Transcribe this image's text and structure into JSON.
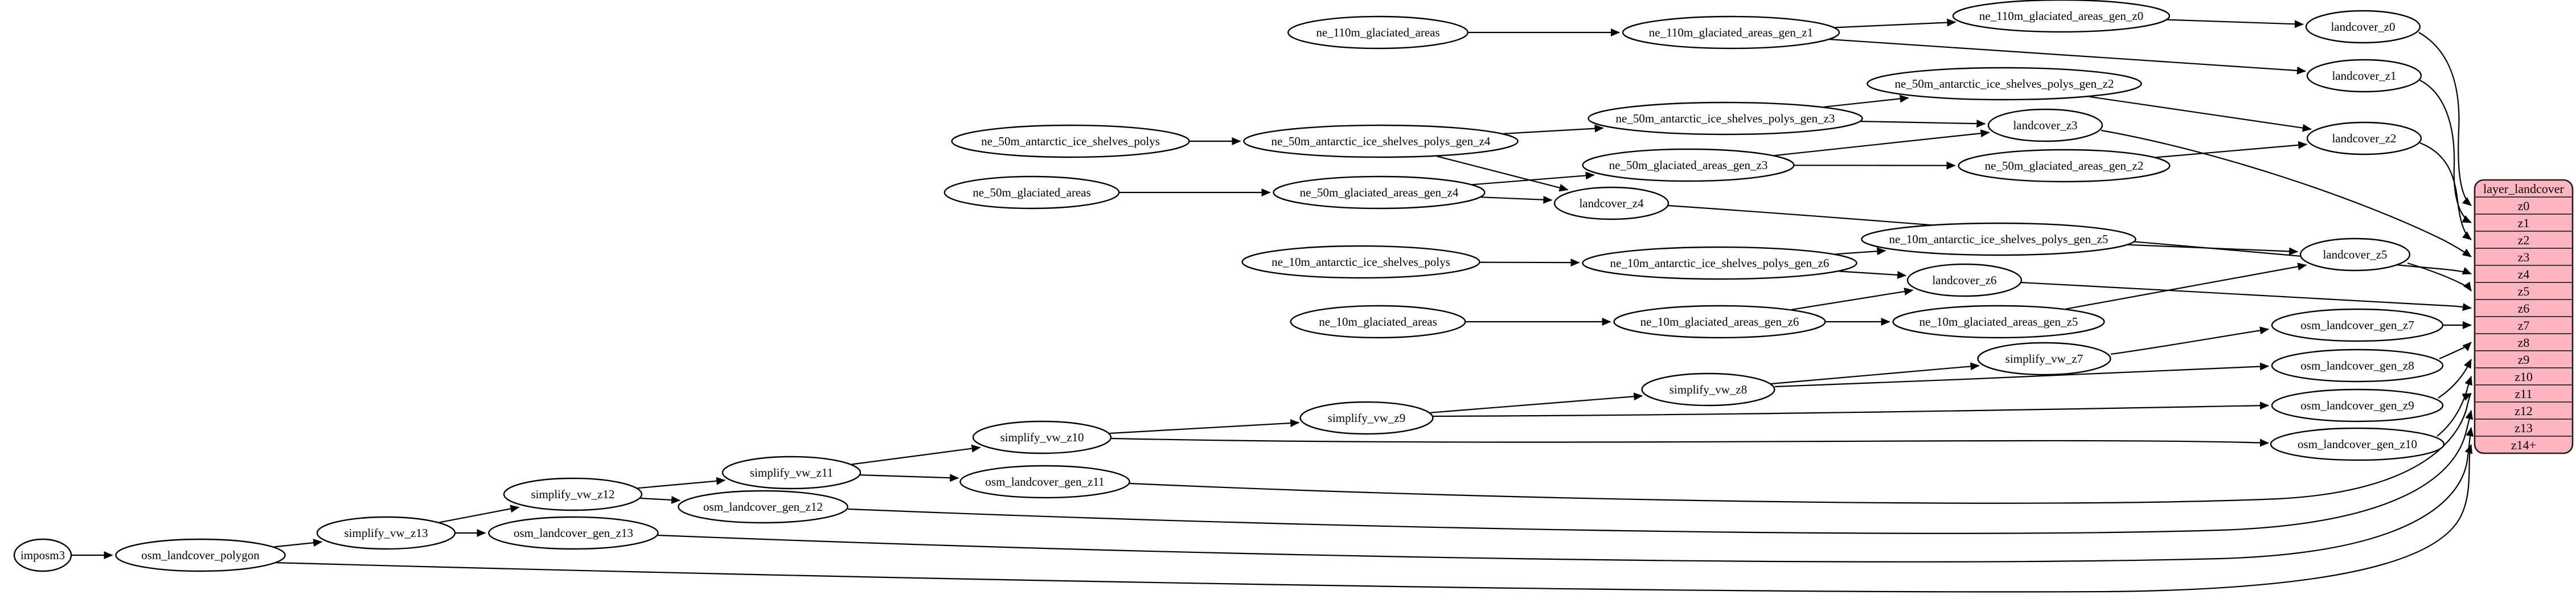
{
  "diagram": {
    "kind": "dependency-graph",
    "colors": {
      "background": "#ffffff",
      "node_fill": "#ffffff",
      "node_stroke": "#000000",
      "edge": "#000000",
      "table_fill": "#ffb6c1",
      "table_stroke": "#1f1f1f",
      "table_row_line": "#3a3a3a",
      "text": "#000000"
    },
    "nodes": [
      {
        "id": "imposm3",
        "label": "imposm3"
      },
      {
        "id": "osm_landcover_polygon",
        "label": "osm_landcover_polygon"
      },
      {
        "id": "simplify_vw_z13",
        "label": "simplify_vw_z13"
      },
      {
        "id": "osm_landcover_gen_z13",
        "label": "osm_landcover_gen_z13"
      },
      {
        "id": "simplify_vw_z12",
        "label": "simplify_vw_z12"
      },
      {
        "id": "osm_landcover_gen_z12",
        "label": "osm_landcover_gen_z12"
      },
      {
        "id": "simplify_vw_z11",
        "label": "simplify_vw_z11"
      },
      {
        "id": "osm_landcover_gen_z11",
        "label": "osm_landcover_gen_z11"
      },
      {
        "id": "simplify_vw_z10",
        "label": "simplify_vw_z10"
      },
      {
        "id": "simplify_vw_z9",
        "label": "simplify_vw_z9"
      },
      {
        "id": "simplify_vw_z8",
        "label": "simplify_vw_z8"
      },
      {
        "id": "simplify_vw_z7",
        "label": "simplify_vw_z7"
      },
      {
        "id": "osm_landcover_gen_z7",
        "label": "osm_landcover_gen_z7"
      },
      {
        "id": "osm_landcover_gen_z8",
        "label": "osm_landcover_gen_z8"
      },
      {
        "id": "osm_landcover_gen_z9",
        "label": "osm_landcover_gen_z9"
      },
      {
        "id": "osm_landcover_gen_z10",
        "label": "osm_landcover_gen_z10"
      },
      {
        "id": "ne_110m_glaciated_areas",
        "label": "ne_110m_glaciated_areas"
      },
      {
        "id": "ne_110m_glaciated_areas_gen_z1",
        "label": "ne_110m_glaciated_areas_gen_z1"
      },
      {
        "id": "ne_110m_glaciated_areas_gen_z0",
        "label": "ne_110m_glaciated_areas_gen_z0"
      },
      {
        "id": "landcover_z0",
        "label": "landcover_z0"
      },
      {
        "id": "landcover_z1",
        "label": "landcover_z1"
      },
      {
        "id": "ne_50m_antarctic_ice_shelves_polys",
        "label": "ne_50m_antarctic_ice_shelves_polys"
      },
      {
        "id": "ne_50m_antarctic_ice_shelves_polys_gen_z4",
        "label": "ne_50m_antarctic_ice_shelves_polys_gen_z4"
      },
      {
        "id": "ne_50m_antarctic_ice_shelves_polys_gen_z3",
        "label": "ne_50m_antarctic_ice_shelves_polys_gen_z3"
      },
      {
        "id": "ne_50m_antarctic_ice_shelves_polys_gen_z2",
        "label": "ne_50m_antarctic_ice_shelves_polys_gen_z2"
      },
      {
        "id": "ne_50m_glaciated_areas",
        "label": "ne_50m_glaciated_areas"
      },
      {
        "id": "ne_50m_glaciated_areas_gen_z4",
        "label": "ne_50m_glaciated_areas_gen_z4"
      },
      {
        "id": "ne_50m_glaciated_areas_gen_z3",
        "label": "ne_50m_glaciated_areas_gen_z3"
      },
      {
        "id": "ne_50m_glaciated_areas_gen_z2",
        "label": "ne_50m_glaciated_areas_gen_z2"
      },
      {
        "id": "landcover_z2",
        "label": "landcover_z2"
      },
      {
        "id": "landcover_z3",
        "label": "landcover_z3"
      },
      {
        "id": "landcover_z4",
        "label": "landcover_z4"
      },
      {
        "id": "ne_10m_antarctic_ice_shelves_polys",
        "label": "ne_10m_antarctic_ice_shelves_polys"
      },
      {
        "id": "ne_10m_antarctic_ice_shelves_polys_gen_z6",
        "label": "ne_10m_antarctic_ice_shelves_polys_gen_z6"
      },
      {
        "id": "ne_10m_antarctic_ice_shelves_polys_gen_z5",
        "label": "ne_10m_antarctic_ice_shelves_polys_gen_z5"
      },
      {
        "id": "ne_10m_glaciated_areas",
        "label": "ne_10m_glaciated_areas"
      },
      {
        "id": "ne_10m_glaciated_areas_gen_z6",
        "label": "ne_10m_glaciated_areas_gen_z6"
      },
      {
        "id": "ne_10m_glaciated_areas_gen_z5",
        "label": "ne_10m_glaciated_areas_gen_z5"
      },
      {
        "id": "landcover_z5",
        "label": "landcover_z5"
      },
      {
        "id": "landcover_z6",
        "label": "landcover_z6"
      }
    ],
    "edges": [
      [
        "ne_110m_glaciated_areas",
        "ne_110m_glaciated_areas_gen_z1"
      ],
      [
        "ne_110m_glaciated_areas_gen_z1",
        "ne_110m_glaciated_areas_gen_z0"
      ],
      [
        "ne_110m_glaciated_areas_gen_z1",
        "landcover_z1"
      ],
      [
        "ne_110m_glaciated_areas_gen_z0",
        "landcover_z0"
      ],
      [
        "landcover_z0",
        "row:z0"
      ],
      [
        "landcover_z1",
        "row:z1"
      ],
      [
        "ne_50m_antarctic_ice_shelves_polys",
        "ne_50m_antarctic_ice_shelves_polys_gen_z4"
      ],
      [
        "ne_50m_antarctic_ice_shelves_polys_gen_z4",
        "ne_50m_antarctic_ice_shelves_polys_gen_z3"
      ],
      [
        "ne_50m_antarctic_ice_shelves_polys_gen_z3",
        "ne_50m_antarctic_ice_shelves_polys_gen_z2"
      ],
      [
        "ne_50m_antarctic_ice_shelves_polys_gen_z4",
        "landcover_z4"
      ],
      [
        "ne_50m_antarctic_ice_shelves_polys_gen_z3",
        "landcover_z3"
      ],
      [
        "ne_50m_antarctic_ice_shelves_polys_gen_z2",
        "landcover_z2"
      ],
      [
        "ne_50m_glaciated_areas",
        "ne_50m_glaciated_areas_gen_z4"
      ],
      [
        "ne_50m_glaciated_areas_gen_z4",
        "ne_50m_glaciated_areas_gen_z3"
      ],
      [
        "ne_50m_glaciated_areas_gen_z3",
        "ne_50m_glaciated_areas_gen_z2"
      ],
      [
        "ne_50m_glaciated_areas_gen_z4",
        "landcover_z4"
      ],
      [
        "ne_50m_glaciated_areas_gen_z3",
        "landcover_z3"
      ],
      [
        "ne_50m_glaciated_areas_gen_z2",
        "landcover_z2"
      ],
      [
        "landcover_z2",
        "row:z2"
      ],
      [
        "landcover_z3",
        "row:z3"
      ],
      [
        "landcover_z4",
        "row:z4"
      ],
      [
        "ne_10m_antarctic_ice_shelves_polys",
        "ne_10m_antarctic_ice_shelves_polys_gen_z6"
      ],
      [
        "ne_10m_antarctic_ice_shelves_polys_gen_z6",
        "ne_10m_antarctic_ice_shelves_polys_gen_z5"
      ],
      [
        "ne_10m_antarctic_ice_shelves_polys_gen_z6",
        "landcover_z6"
      ],
      [
        "ne_10m_antarctic_ice_shelves_polys_gen_z5",
        "landcover_z5"
      ],
      [
        "ne_10m_glaciated_areas",
        "ne_10m_glaciated_areas_gen_z6"
      ],
      [
        "ne_10m_glaciated_areas_gen_z6",
        "ne_10m_glaciated_areas_gen_z5"
      ],
      [
        "ne_10m_glaciated_areas_gen_z6",
        "landcover_z6"
      ],
      [
        "ne_10m_glaciated_areas_gen_z5",
        "landcover_z5"
      ],
      [
        "landcover_z5",
        "row:z5"
      ],
      [
        "landcover_z6",
        "row:z6"
      ],
      [
        "imposm3",
        "osm_landcover_polygon"
      ],
      [
        "osm_landcover_polygon",
        "simplify_vw_z13"
      ],
      [
        "osm_landcover_polygon",
        "row:z14+"
      ],
      [
        "simplify_vw_z13",
        "osm_landcover_gen_z13"
      ],
      [
        "simplify_vw_z13",
        "simplify_vw_z12"
      ],
      [
        "osm_landcover_gen_z13",
        "row:z13"
      ],
      [
        "simplify_vw_z12",
        "osm_landcover_gen_z12"
      ],
      [
        "simplify_vw_z12",
        "simplify_vw_z11"
      ],
      [
        "osm_landcover_gen_z12",
        "row:z12"
      ],
      [
        "simplify_vw_z11",
        "osm_landcover_gen_z11"
      ],
      [
        "simplify_vw_z11",
        "simplify_vw_z10"
      ],
      [
        "osm_landcover_gen_z11",
        "row:z11"
      ],
      [
        "simplify_vw_z10",
        "osm_landcover_gen_z10"
      ],
      [
        "simplify_vw_z10",
        "simplify_vw_z9"
      ],
      [
        "osm_landcover_gen_z10",
        "row:z10"
      ],
      [
        "simplify_vw_z9",
        "osm_landcover_gen_z9"
      ],
      [
        "simplify_vw_z9",
        "simplify_vw_z8"
      ],
      [
        "osm_landcover_gen_z9",
        "row:z9"
      ],
      [
        "simplify_vw_z8",
        "osm_landcover_gen_z8"
      ],
      [
        "simplify_vw_z8",
        "simplify_vw_z7"
      ],
      [
        "osm_landcover_gen_z8",
        "row:z8"
      ],
      [
        "simplify_vw_z7",
        "osm_landcover_gen_z7"
      ],
      [
        "osm_landcover_gen_z7",
        "row:z7"
      ]
    ],
    "table": {
      "title": "layer_landcover",
      "rows": [
        "z0",
        "z1",
        "z2",
        "z3",
        "z4",
        "z5",
        "z6",
        "z7",
        "z8",
        "z9",
        "z10",
        "z11",
        "z12",
        "z13",
        "z14+"
      ]
    }
  }
}
